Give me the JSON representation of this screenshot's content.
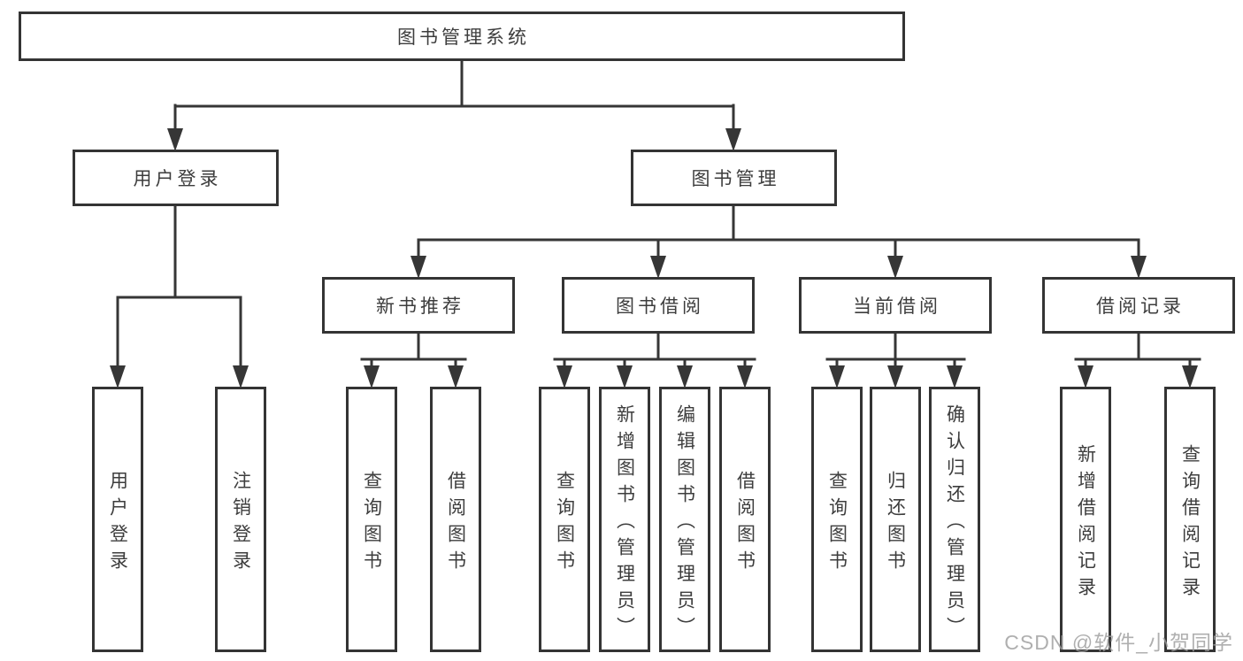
{
  "tree": {
    "label": "图书管理系统",
    "children": [
      {
        "label": "用户登录",
        "children": [
          {
            "label": "用户登录"
          },
          {
            "label": "注销登录"
          }
        ]
      },
      {
        "label": "图书管理",
        "children": [
          {
            "label": "新书推荐",
            "children": [
              {
                "label": "查询图书"
              },
              {
                "label": "借阅图书"
              }
            ]
          },
          {
            "label": "图书借阅",
            "children": [
              {
                "label": "查询图书"
              },
              {
                "label": "新增图书（管理员）"
              },
              {
                "label": "编辑图书（管理员）"
              },
              {
                "label": "借阅图书"
              }
            ]
          },
          {
            "label": "当前借阅",
            "children": [
              {
                "label": "查询图书"
              },
              {
                "label": "归还图书"
              },
              {
                "label": "确认归还（管理员）"
              }
            ]
          },
          {
            "label": "借阅记录",
            "children": [
              {
                "label": "新增借阅记录"
              },
              {
                "label": "查询借阅记录"
              }
            ]
          }
        ]
      }
    ]
  },
  "watermark": {
    "text": "CSDN @软件_小贺同学"
  },
  "colors": {
    "line": "#363636",
    "box_border": "#343434",
    "text": "#3d3d3d",
    "background": "#ffffff",
    "watermark": "#9e9e9e"
  }
}
